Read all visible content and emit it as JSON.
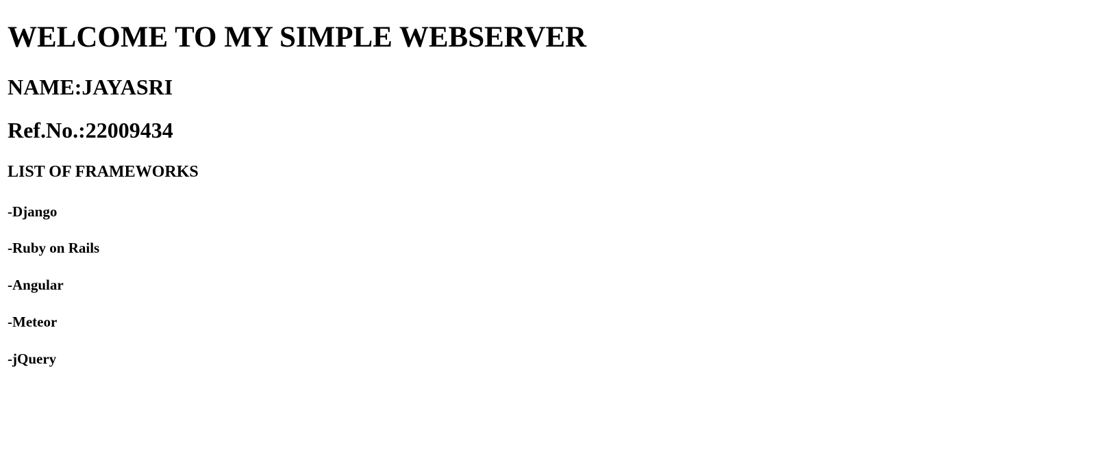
{
  "page": {
    "title": "WELCOME TO MY SIMPLE WEBSERVER",
    "name_line": "NAME:JAYASRI",
    "ref_line": "Ref.No.:22009434",
    "list_heading": "LIST OF FRAMEWORKS",
    "frameworks": [
      "-Django",
      "-Ruby on Rails",
      "-Angular",
      "-Meteor",
      "-jQuery"
    ]
  }
}
